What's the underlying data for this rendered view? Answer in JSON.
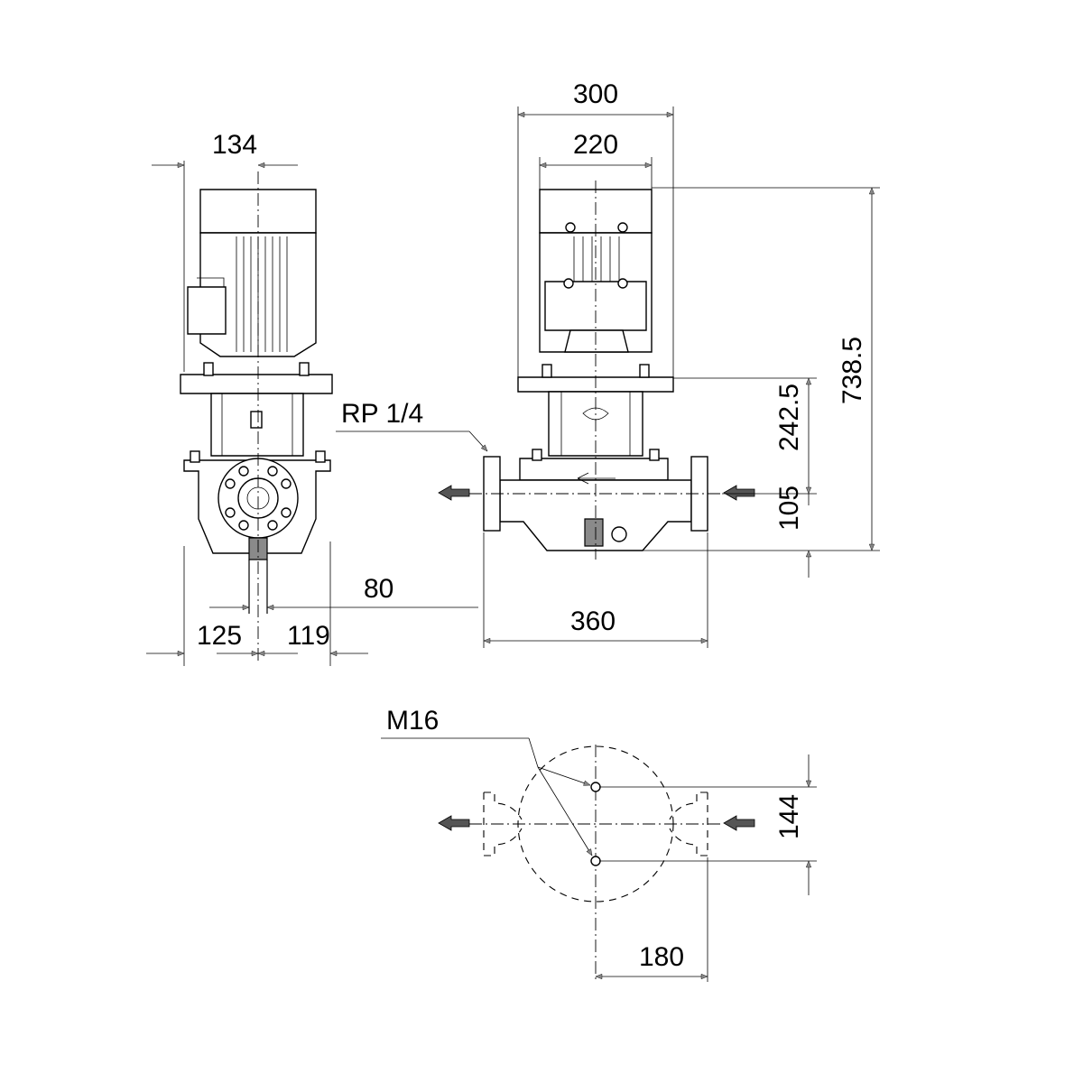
{
  "dimensions": {
    "side_width": "134",
    "motor_outer_width": "300",
    "motor_inner_width": "220",
    "overall_height": "738.5",
    "coupling_height": "242.5",
    "center_height": "105",
    "vent_label": "RP 1/4",
    "vent_offset": "80",
    "left_base": "125",
    "right_base": "119",
    "port_to_port": "360",
    "bolt_label": "M16",
    "bolt_spacing_vertical": "144",
    "bolt_spacing_horizontal": "180"
  },
  "colors": {
    "line": "#000000",
    "fill_light": "#b8b8b8",
    "fill_dark": "#8a8a8a"
  }
}
